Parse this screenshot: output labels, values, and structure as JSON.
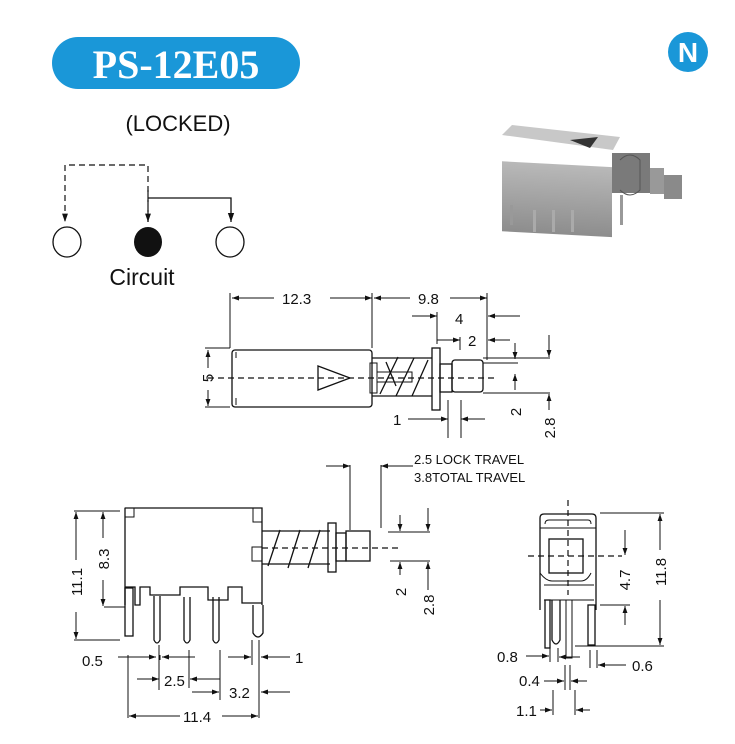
{
  "header": {
    "model": "PS-12E05",
    "subtitle": "(LOCKED)",
    "logo_letter": "N"
  },
  "circuit": {
    "label": "Circuit"
  },
  "top_view": {
    "d_body": "12.3",
    "d_plunger": "9.8",
    "d_4": "4",
    "d_2a": "2",
    "d_5": "5",
    "d_1": "1",
    "d_2b": "2",
    "d_2_8": "2.8"
  },
  "side_view": {
    "lock_travel": "2.5 LOCK TRAVEL",
    "total_travel": "3.8TOTAL TRAVEL",
    "d_11_1": "11.1",
    "d_8_3": "8.3",
    "d_0_5": "0.5",
    "d_2_5": "2.5",
    "d_3_2": "3.2",
    "d_11_4": "11.4",
    "d_1": "1",
    "d_2": "2",
    "d_2_8": "2.8"
  },
  "front_view": {
    "d_4_7": "4.7",
    "d_11_8": "11.8",
    "d_0_8": "0.8",
    "d_0_6": "0.6",
    "d_0_4": "0.4",
    "d_1_1": "1.1"
  },
  "colors": {
    "brand_blue": "#1a97d8"
  }
}
